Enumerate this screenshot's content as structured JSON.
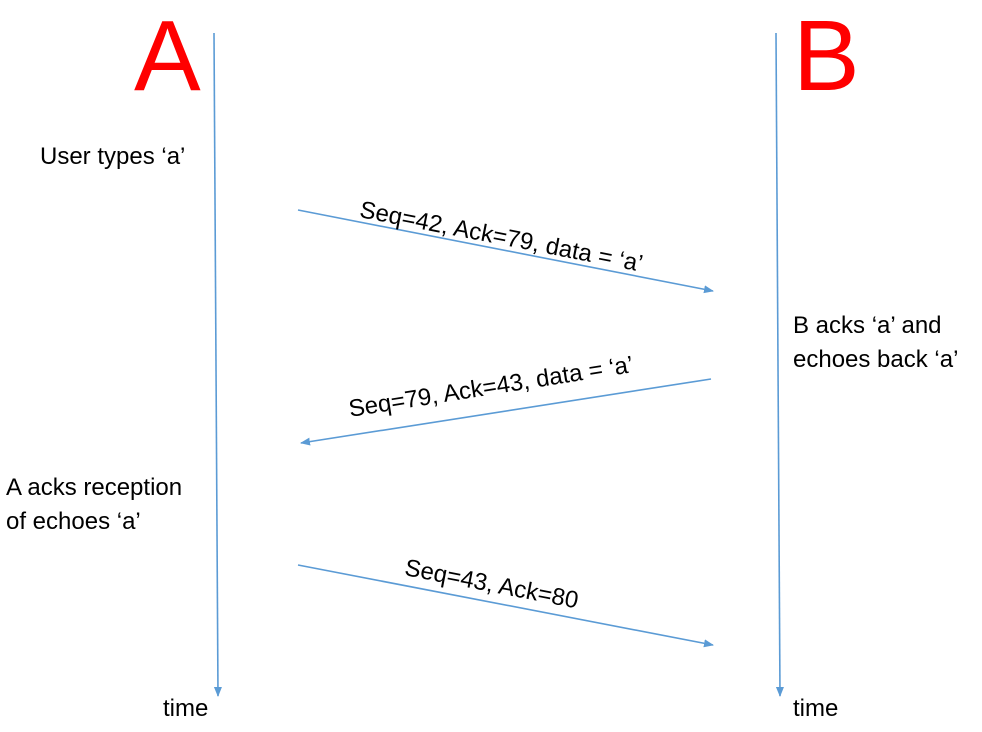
{
  "hosts": {
    "a": "A",
    "b": "B",
    "color": "#ff0000"
  },
  "timeline": {
    "a_label": "time",
    "b_label": "time",
    "line_color": "#5b9bd5"
  },
  "events": {
    "user_types": "User types ‘a’",
    "b_acks_line1": "B acks ‘a’ and",
    "b_acks_line2": "echoes back ‘a’",
    "a_acks_line1": "A acks reception",
    "a_acks_line2": "of echoes ‘a’"
  },
  "messages": [
    {
      "label": "Seq=42, Ack=79, data = ‘a’",
      "from": "A",
      "to": "B"
    },
    {
      "label": "Seq=79, Ack=43, data = ‘a’",
      "from": "B",
      "to": "A"
    },
    {
      "label": "Seq=43, Ack=80",
      "from": "A",
      "to": "B"
    }
  ]
}
